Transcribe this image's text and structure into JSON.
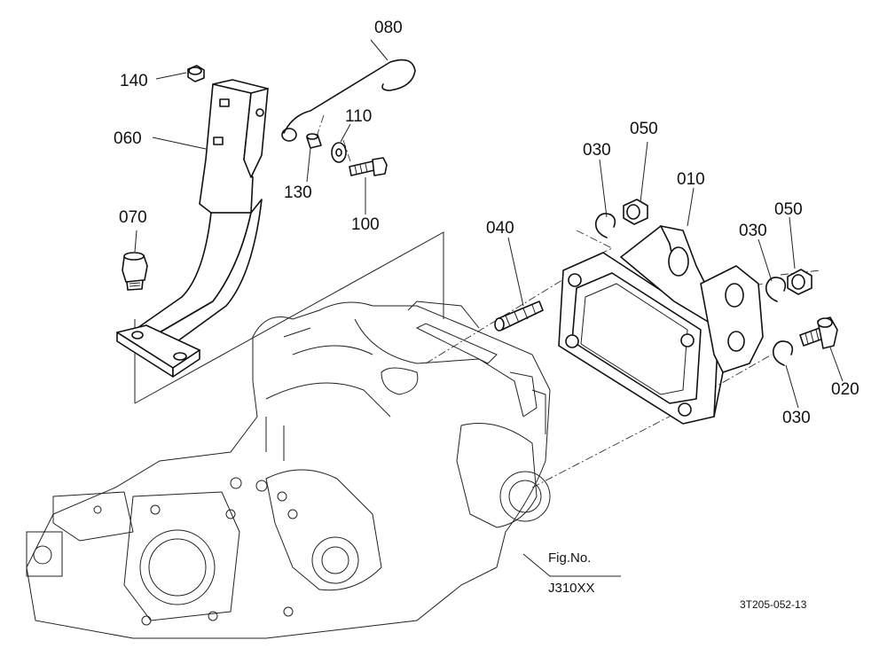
{
  "callouts": [
    {
      "id": "080",
      "text": "080"
    },
    {
      "id": "140",
      "text": "140"
    },
    {
      "id": "110",
      "text": "110"
    },
    {
      "id": "060",
      "text": "060"
    },
    {
      "id": "130",
      "text": "130"
    },
    {
      "id": "100",
      "text": "100"
    },
    {
      "id": "070",
      "text": "070"
    },
    {
      "id": "050a",
      "text": "050"
    },
    {
      "id": "030a",
      "text": "030"
    },
    {
      "id": "010",
      "text": "010"
    },
    {
      "id": "040",
      "text": "040"
    },
    {
      "id": "050b",
      "text": "050"
    },
    {
      "id": "030b",
      "text": "030"
    },
    {
      "id": "020",
      "text": "020"
    },
    {
      "id": "030c",
      "text": "030"
    }
  ],
  "figure_ref": {
    "line1": "Fig.No.",
    "line2": "J310XX"
  },
  "drawing_code": "3T205-052-13"
}
